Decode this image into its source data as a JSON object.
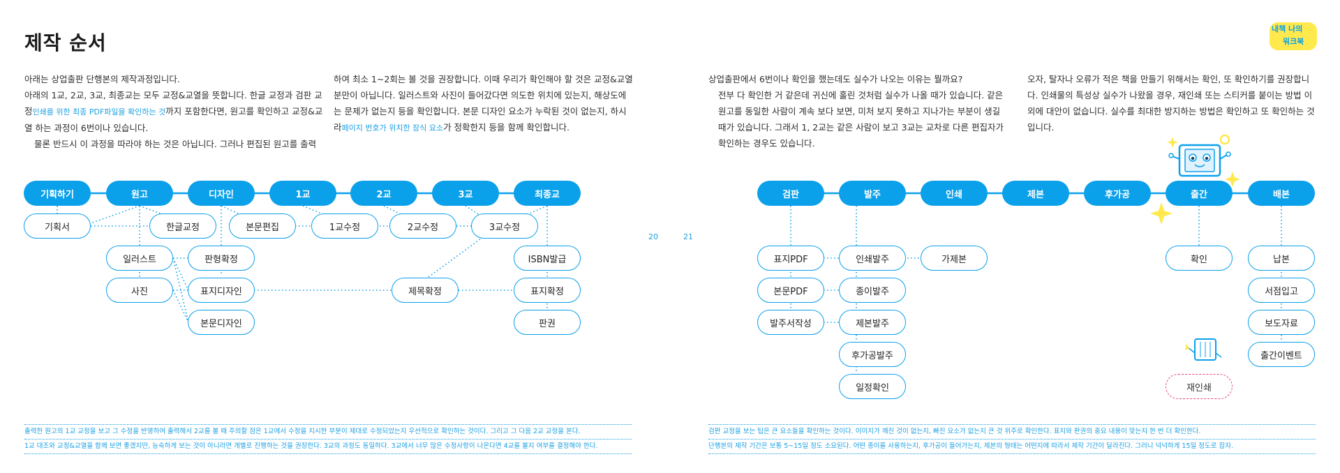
{
  "page_title": "제작 순서",
  "logo": {
    "line1": "내책 나의",
    "line2": "워크북"
  },
  "columns": [
    {
      "paragraphs": [
        {
          "text": "아래는 상업출판 단행본의 제작과정입니다."
        },
        {
          "text_before": "아래의 1교, 2교, 3교, 최종교는 모두 교정&교열을 뜻합니다. 한글 교정과 검판 교정",
          "highlight": "인쇄를 위한 최종 PDF파일을 확인하는 것",
          "text_after": "까지 포함한다면, 원고를 확인하고 교정&교열 하는 과정이 6번이나 있습니다."
        },
        {
          "text": "물론 반드시 이 과정을 따라야 하는 것은 아닙니다. 그러나 편집된 원고를 출력"
        }
      ]
    },
    {
      "paragraphs": [
        {
          "text_before": "하여 최소 1~2회는 볼 것을 권장합니다. 이때 우리가 확인해야 할 것은 교정&교열 분만이 아닙니다. 일러스트와 사진이 들어갔다면 의도한 위치에 있는지, 해상도에는 문제가 없는지 등을 확인합니다. 본문 디자인 요소가 누락된 것이 없는지, 하시라",
          "highlight": "페이지 번호가 위치한 장식 요소",
          "text_after": "가 정확한지 등을 함께 확인합니다."
        }
      ]
    },
    {
      "paragraphs": [
        {
          "text": "상업출판에서 6번이나 확인을 했는데도 실수가 나오는 이유는 뭘까요?"
        },
        {
          "text": "전부 다 확인한 거 같은데 귀신에 홀린 것처럼 실수가 나올 때가 있습니다. 같은 원고를 동일한 사람이 계속 보다 보면, 미처 보지 못하고 지나가는 부분이 생길 때가 있습니다. 그래서 1, 2교는 같은 사람이 보고 3교는 교차로 다른 편집자가 확인하는 경우도 있습니다."
        }
      ]
    },
    {
      "paragraphs": [
        {
          "text": "오자, 탈자나 오류가 적은 책을 만들기 위해서는 확인, 또 확인하기를 권장합니다. 인쇄물의 특성상 실수가 나왔을 경우, 재인쇄 또는 스티커를 붙이는 방법 이외에 대안이 없습니다. 실수를 최대한 방지하는 방법은 확인하고 또 확인하는 것입니다."
        }
      ]
    }
  ],
  "flow": {
    "main": [
      "기획하기",
      "원고",
      "디자인",
      "1교",
      "2교",
      "3교",
      "최종교",
      "검판",
      "발주",
      "인쇄",
      "제본",
      "후가공",
      "출간",
      "배본"
    ],
    "sub": {
      "기획서": "기획서",
      "한글교정": "한글교정",
      "본문편집": "본문편집",
      "1교수정": "1교수정",
      "2교수정": "2교수정",
      "3교수정": "3교수정",
      "일러스트": "일러스트",
      "판형확정": "판형확정",
      "ISBN발급": "ISBN발급",
      "사진": "사진",
      "표지디자인": "표지디자인",
      "제목확정": "제목확정",
      "표지확정": "표지확정",
      "본문디자인": "본문디자인",
      "판권": "판권",
      "표지PDF": "표지PDF",
      "인쇄발주": "인쇄발주",
      "가제본": "가제본",
      "본문PDF": "본문PDF",
      "종이발주": "종이발주",
      "발주서작성": "발주서작성",
      "제본발주": "제본발주",
      "후가공발주": "후가공발주",
      "일정확인": "일정확인",
      "확인": "확인",
      "재인쇄": "재인쇄",
      "납본": "납본",
      "서점입고": "서점입고",
      "보도자료": "보도자료",
      "출간이벤트": "출간이벤트"
    }
  },
  "page_numbers": {
    "left": "20",
    "right": "21"
  },
  "footnotes": {
    "left": [
      "출력한 원고의 1교 교정을 보고 그 수정을 반영하여 출력해서 2교를 볼 때 주의할 점은 1교에서 수정을 지시한 부분이 제대로 수정되었는지 우선적으로 확인하는 것이다. 그리고 그 다음 2교 교정을 본다.",
      "1교 대조와 교정&교열을 함께 보면 좋겠지만, 능숙하게 보는 것이 아니라면 개별로 진행하는 것을 권장한다. 3교의 과정도 동일하다. 3교에서 너무 많은 수정사항이 나온다면 4교를 볼지 여부를 결정해야 한다."
    ],
    "right": [
      "검판 교정을 보는 팁은 큰 요소들을 확인하는 것이다. 이미지가 깨진 것이 없는지, 빠진 요소가 없는지 큰 것 위주로 확인한다. 표지와 판권의 중요 내용이 맞는지 한 번 더 확인한다.",
      "단행본의 제작 기간은 보통 5~15일 정도 소요된다. 어떤 종이를 사용하는지, 후가공이 들어가는지, 제본의 형태는 어떤지에 따라서 제작 기간이 달라진다. 그러니 넉넉하게 15일 정도로 잡자."
    ]
  }
}
